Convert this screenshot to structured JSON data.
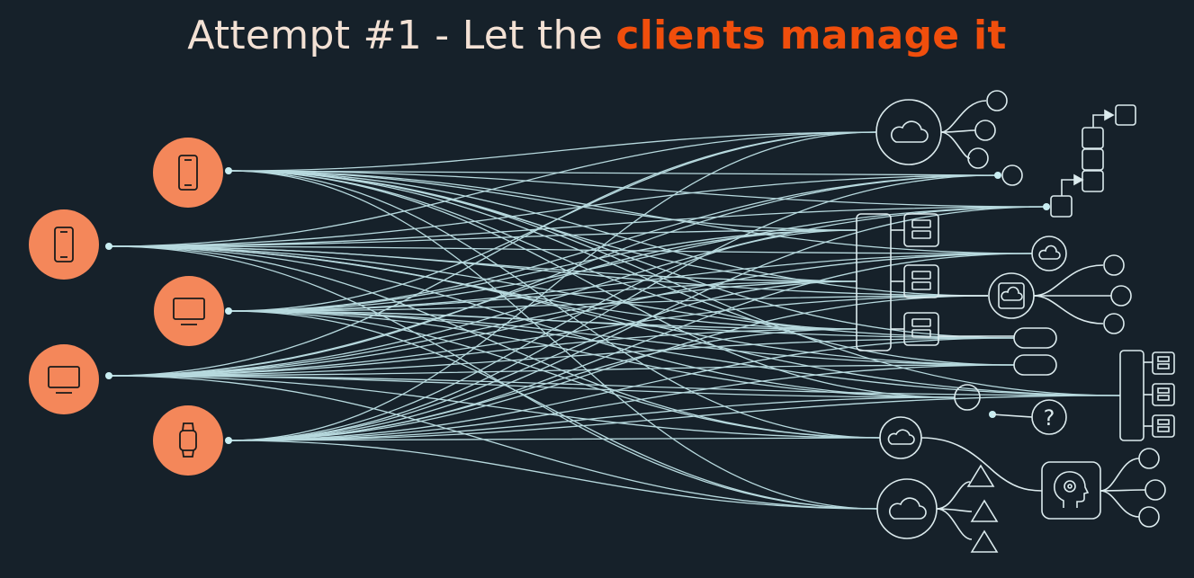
{
  "slide": {
    "title_prefix": "Attempt #1 - Let the ",
    "title_highlight": "clients manage it"
  },
  "colors": {
    "background": "#16212a",
    "title_text": "#f3e1d4",
    "highlight": "#f04e0c",
    "client_fill": "#f4875a",
    "line": "#c9eef2",
    "node_stroke": "#dcebee"
  },
  "clients": [
    {
      "id": "phone-1",
      "icon": "smartphone-icon"
    },
    {
      "id": "phone-2",
      "icon": "smartphone-icon"
    },
    {
      "id": "desktop-1",
      "icon": "monitor-icon"
    },
    {
      "id": "desktop-2",
      "icon": "monitor-icon"
    },
    {
      "id": "watch-1",
      "icon": "smartwatch-icon"
    }
  ],
  "backend": {
    "services": [
      {
        "id": "cloud-top",
        "icon": "cloud-icon"
      },
      {
        "id": "circle-node-top",
        "icon": "circle-icon"
      },
      {
        "id": "queue-square",
        "icon": "square-icon"
      },
      {
        "id": "server-stack",
        "icon": "server-icon"
      },
      {
        "id": "cloud-small",
        "icon": "cloud-icon"
      },
      {
        "id": "cloud-storage",
        "icon": "cloud-storage-icon"
      },
      {
        "id": "pill-1",
        "icon": "pill-icon"
      },
      {
        "id": "pill-2",
        "icon": "pill-icon"
      },
      {
        "id": "server-rack-right",
        "icon": "server-icon"
      },
      {
        "id": "circle-node-mid",
        "icon": "circle-icon"
      },
      {
        "id": "unknown-service",
        "icon": "question-icon"
      },
      {
        "id": "cloud-mid",
        "icon": "cloud-icon"
      },
      {
        "id": "cloud-bottom",
        "icon": "cloud-icon"
      },
      {
        "id": "ai-head",
        "icon": "ai-head-icon"
      }
    ],
    "unknown_label": "?"
  }
}
